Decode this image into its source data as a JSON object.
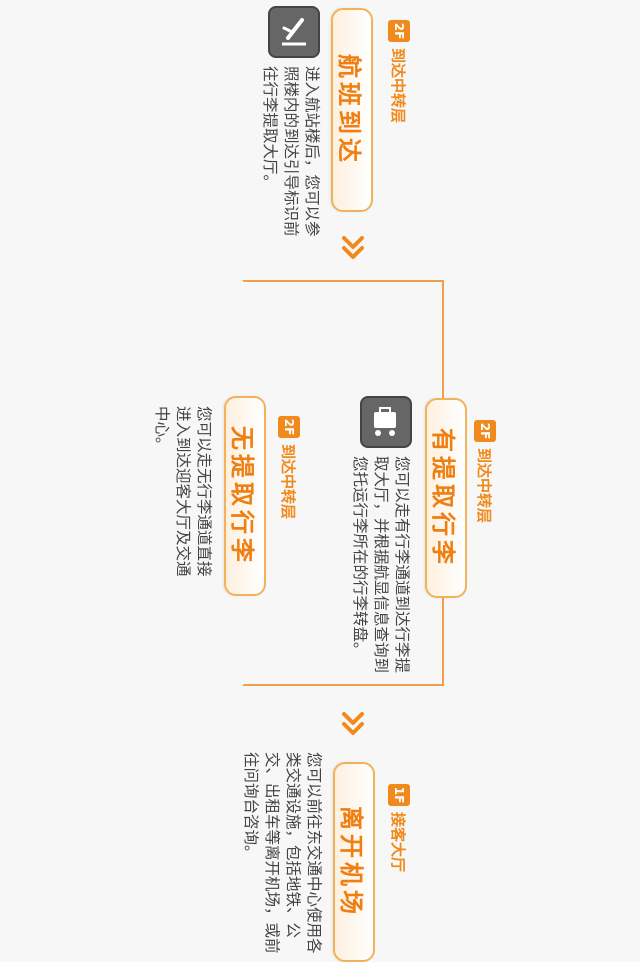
{
  "steps": {
    "arrival": {
      "badge": "2F",
      "floor": "到达中转层",
      "title": "航班到达",
      "desc": "进入航站楼后，您可以参照楼内的到达引导标识前往行李提取大厅。"
    },
    "with_baggage": {
      "badge": "2F",
      "floor": "到达中转层",
      "title": "有提取行李",
      "desc": "您可以走有行李通道到达行李提取大厅，并根据航显信息查询到您托运行李所在的行李转盘。"
    },
    "no_baggage": {
      "badge": "2F",
      "floor": "到达中转层",
      "title": "无提取行李",
      "desc": "您可以走无行李通道直接进入到达迎客大厅及交通中心。"
    },
    "leave": {
      "badge": "1F",
      "floor": "接客大厅",
      "title": "离开机场",
      "desc": "您可以前往东交通中心使用各类交通设施，包括地铁、公交、出租车等离开机场，或前往问询台咨询。"
    }
  },
  "icons": [
    "plane-landing-icon",
    "baggage-claim-icon",
    "down-arrow-icon"
  ],
  "colors": {
    "accent": "#f08a1c",
    "frame": "#f0a04a",
    "text": "#444444"
  }
}
